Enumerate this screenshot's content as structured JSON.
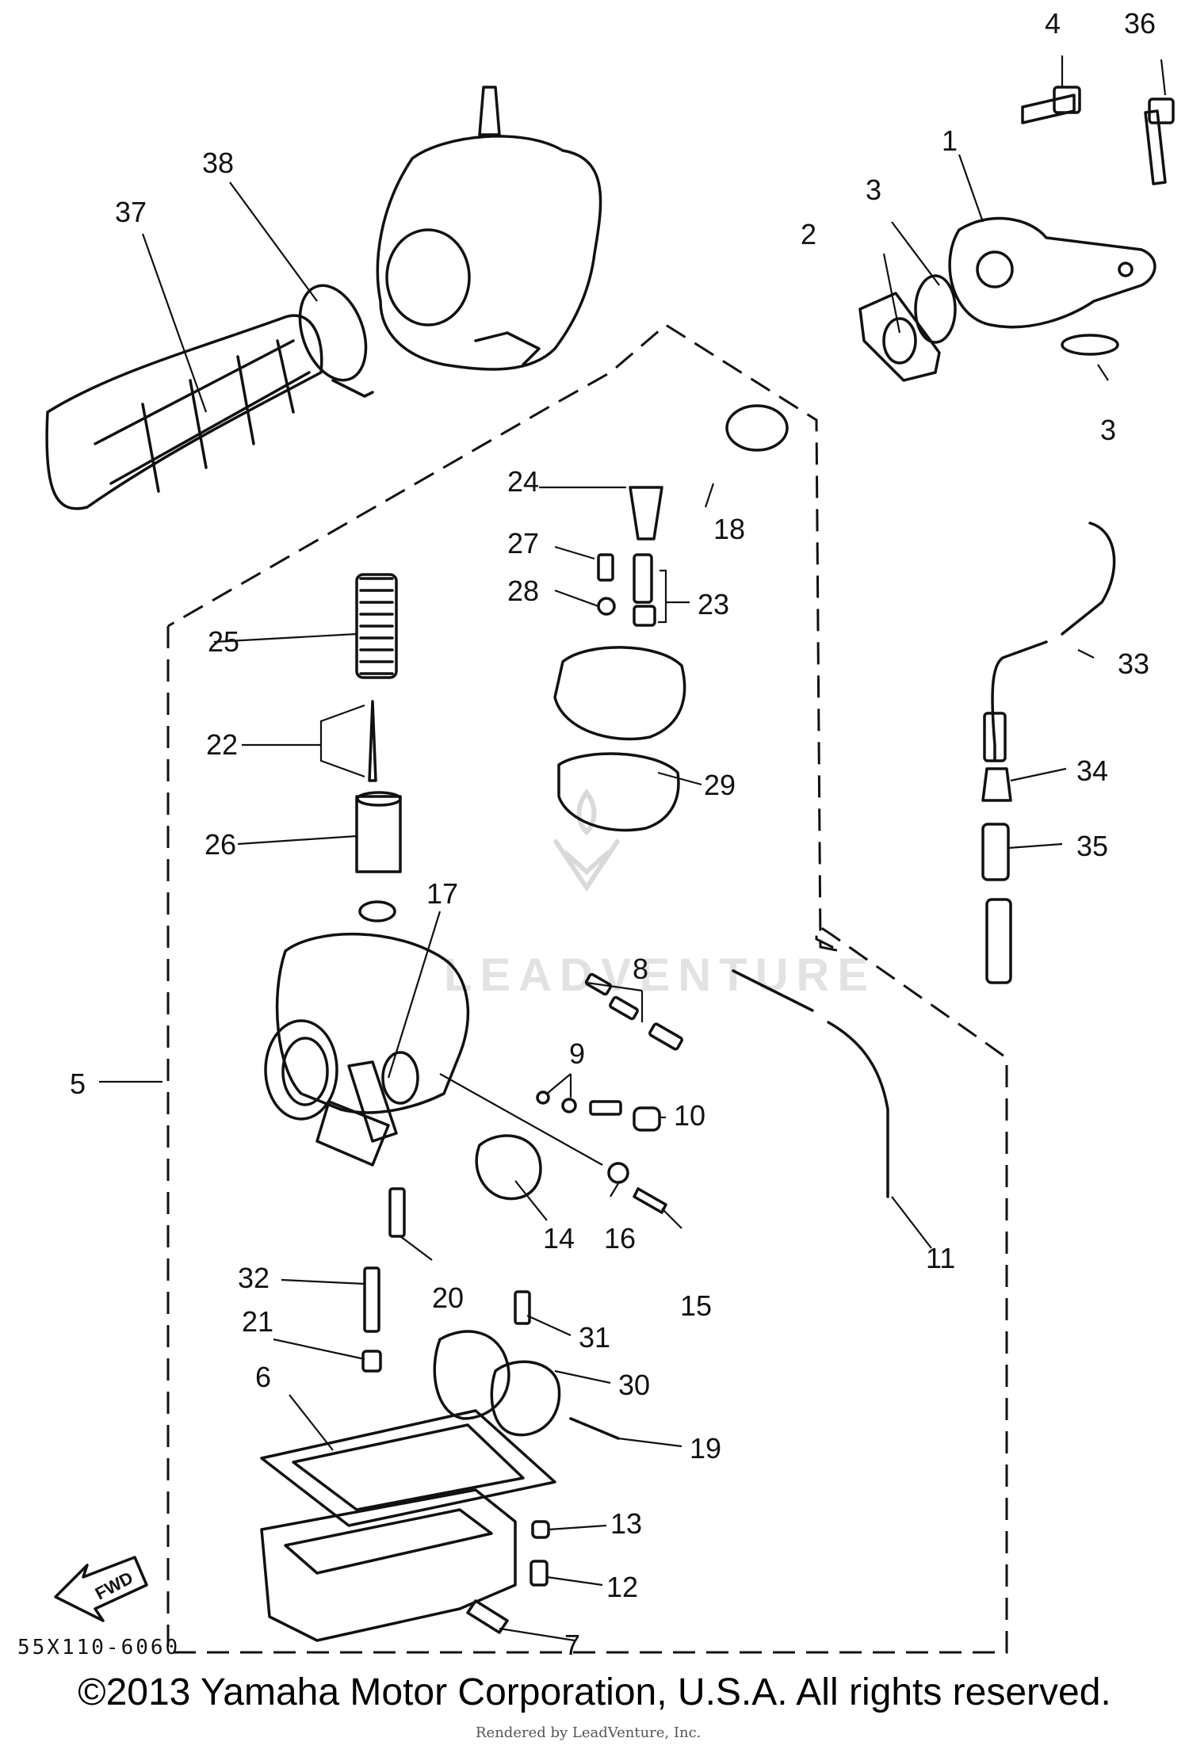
{
  "diagram": {
    "drawing_code": "55X110-6060",
    "copyright": "©2013 Yamaha Motor Corporation, U.S.A. All rights reserved.",
    "render_credit": "Rendered by LeadVenture, Inc.",
    "watermark_text": "LEADVENTURE",
    "fwd_label": "FWD",
    "callouts": [
      "1",
      "2",
      "3",
      "3",
      "4",
      "5",
      "6",
      "7",
      "8",
      "9",
      "10",
      "11",
      "12",
      "13",
      "14",
      "15",
      "16",
      "17",
      "18",
      "19",
      "20",
      "21",
      "22",
      "23",
      "24",
      "25",
      "26",
      "27",
      "28",
      "29",
      "30",
      "31",
      "32",
      "33",
      "34",
      "35",
      "36",
      "37",
      "38"
    ]
  }
}
